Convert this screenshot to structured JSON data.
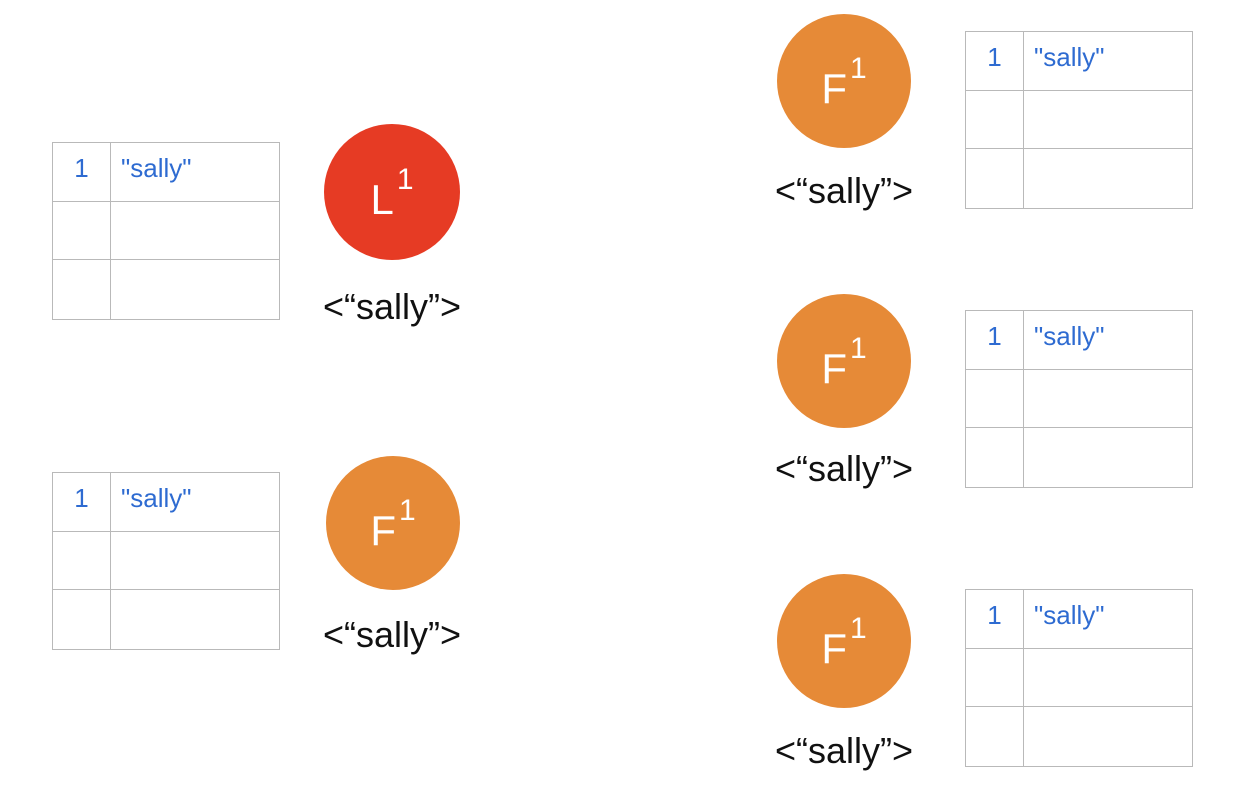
{
  "colors": {
    "leader": "#e63b24",
    "follower": "#e68a37",
    "entry_text": "#2e6bd1",
    "grid_line": "#b9b9b9"
  },
  "nodes": [
    {
      "role": "L",
      "term": "1",
      "state": "<“sally”>",
      "log": [
        {
          "index": "1",
          "value": "\"sally\""
        },
        {
          "index": "",
          "value": ""
        },
        {
          "index": "",
          "value": ""
        }
      ]
    },
    {
      "role": "F",
      "term": "1",
      "state": "<“sally”>",
      "log": [
        {
          "index": "1",
          "value": "\"sally\""
        },
        {
          "index": "",
          "value": ""
        },
        {
          "index": "",
          "value": ""
        }
      ]
    },
    {
      "role": "F",
      "term": "1",
      "state": "<“sally”>",
      "log": [
        {
          "index": "1",
          "value": "\"sally\""
        },
        {
          "index": "",
          "value": ""
        },
        {
          "index": "",
          "value": ""
        }
      ]
    },
    {
      "role": "F",
      "term": "1",
      "state": "<“sally”>",
      "log": [
        {
          "index": "1",
          "value": "\"sally\""
        },
        {
          "index": "",
          "value": ""
        },
        {
          "index": "",
          "value": ""
        }
      ]
    },
    {
      "role": "F",
      "term": "1",
      "state": "<“sally”>",
      "log": [
        {
          "index": "1",
          "value": "\"sally\""
        },
        {
          "index": "",
          "value": ""
        },
        {
          "index": "",
          "value": ""
        }
      ]
    }
  ]
}
